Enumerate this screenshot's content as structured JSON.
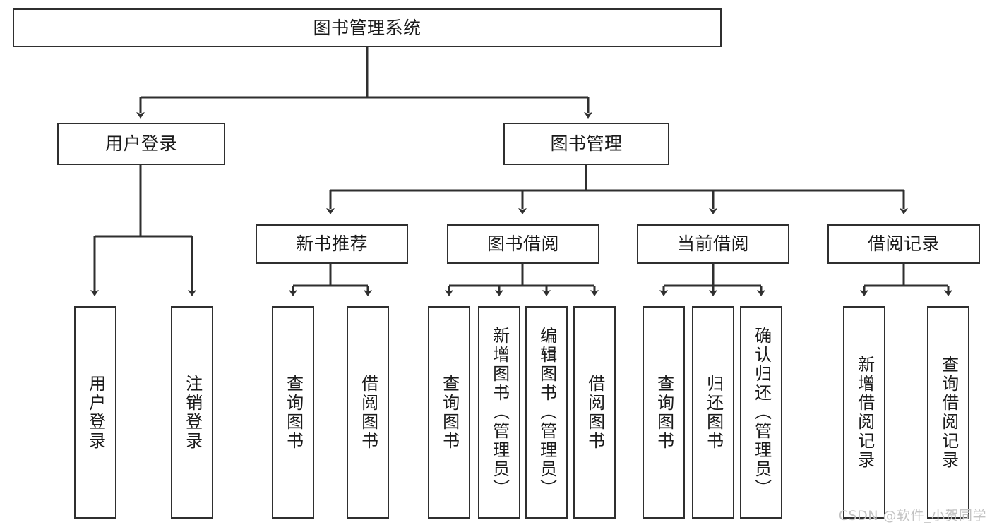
{
  "diagram": {
    "title": "图书管理系统",
    "type": "tree",
    "watermark": "CSDN @软件_小贺同学",
    "colors": {
      "box_stroke": "#2f2f2f",
      "box_fill": "#ffffff",
      "edge": "#2f2f2f",
      "text": "#1a1a1a",
      "watermark": "#c3c3c3"
    },
    "nodes": {
      "root": "图书管理系统",
      "level2": {
        "user_login": "用户登录",
        "book_manage": "图书管理"
      },
      "level3": {
        "new_book_recommend": "新书推荐",
        "book_borrow": "图书借阅",
        "current_borrow": "当前借阅",
        "borrow_record": "借阅记录"
      },
      "leaves": {
        "user_login_1": "用户登录",
        "user_login_2": "注销登录",
        "recommend_1": "查询图书",
        "recommend_2": "借阅图书",
        "borrow_1": "查询图书",
        "borrow_2": "新增图书（管理员）",
        "borrow_3": "编辑图书（管理员）",
        "borrow_4": "借阅图书",
        "current_1": "查询图书",
        "current_2": "归还图书",
        "current_3": "确认归还（管理员）",
        "record_1": "新增借阅记录",
        "record_2": "查询借阅记录"
      }
    }
  }
}
